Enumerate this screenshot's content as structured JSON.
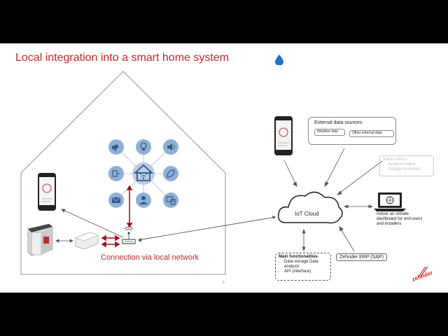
{
  "slide": {
    "title": "Local integration into a smart home system",
    "page_number": "5",
    "brand": "zehnder",
    "connection_label": "Connection via local network",
    "cloud_label": "IoT Cloud",
    "external": {
      "title": "External data sources:",
      "weather": "Weather data",
      "other": "Other external data"
    },
    "voice": {
      "title": "Voice control",
      "items": [
        "Amazon Alexa",
        "Google Assistant"
      ]
    },
    "dashboard_text": "Indoor air climate dashboard for end-users and installers",
    "main_functionalities": {
      "title": "Main functionalities",
      "items": [
        "Data storage Data analysis",
        "API (interface)"
      ]
    },
    "erp": "Zehnder ERP (SAP)"
  },
  "colors": {
    "accent": "#c0272d",
    "icon_bg": "#8fb0d6",
    "icon_dark": "#2f5a8f",
    "house_line": "#999999"
  },
  "icons": [
    "camera-icon",
    "bulb-icon",
    "speaker-icon",
    "power-socket-icon",
    "home-wifi-icon",
    "leaf-icon",
    "mail-icon",
    "user-icon",
    "devices-icon"
  ]
}
